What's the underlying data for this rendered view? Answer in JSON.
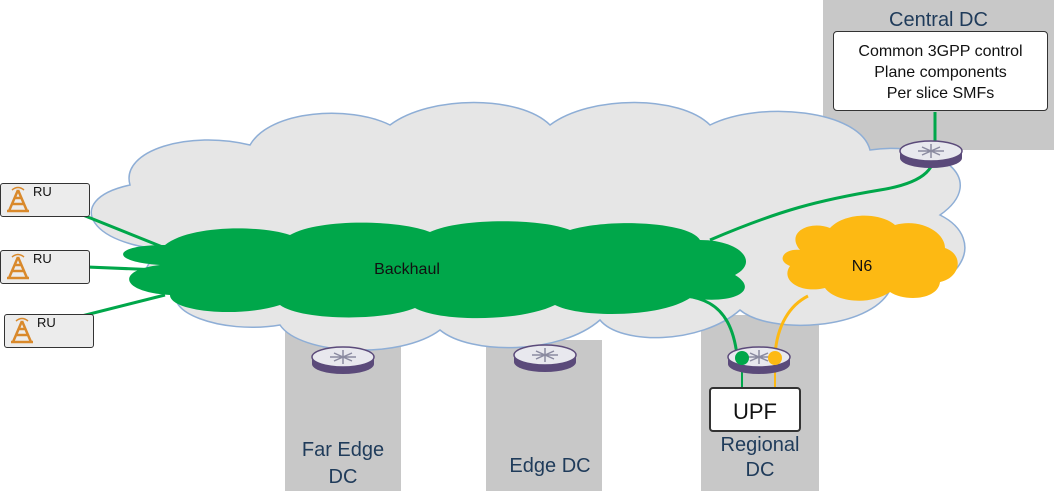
{
  "central_dc": {
    "label": "Central DC",
    "box_lines": [
      "Common 3GPP control",
      "Plane components",
      "Per slice SMFs"
    ]
  },
  "far_edge_dc": {
    "label_lines": [
      "Far Edge",
      "DC"
    ]
  },
  "edge_dc": {
    "label": "Edge DC"
  },
  "regional_dc": {
    "label_lines": [
      "Regional",
      "DC"
    ],
    "upf_label": "UPF"
  },
  "backhaul": {
    "label": "Backhaul"
  },
  "n6": {
    "label": "N6"
  },
  "radio_units": [
    {
      "label": "RU"
    },
    {
      "label": "RU"
    },
    {
      "label": "RU"
    }
  ],
  "colors": {
    "backhaul_green": "#00a74a",
    "n6_yellow": "#fdb913",
    "cloud_fill": "#e6e6e6",
    "cloud_stroke": "#8eaed6",
    "dc_gray": "#c8c8c8",
    "label_blue": "#1f3b5a",
    "ru_icon_orange": "#d9892b"
  }
}
